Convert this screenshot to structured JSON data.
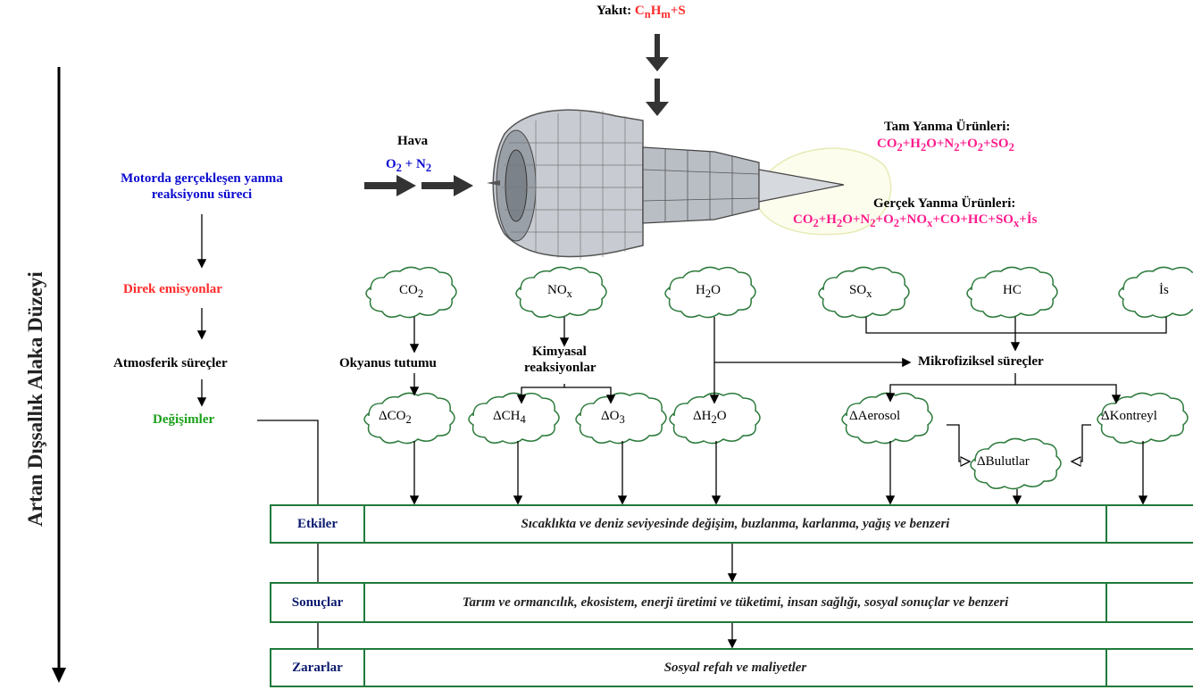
{
  "fuel": {
    "label": "Yakıt: ",
    "formula": "C<sub>n</sub>H<sub>m</sub>+S"
  },
  "air": {
    "label": "Hava",
    "formula": "O<sub>2</sub> + N<sub>2</sub>"
  },
  "complete_products": {
    "title": "Tam Yanma Ürünleri:",
    "formula": "CO<sub>2</sub>+H<sub>2</sub>O+N<sub>2</sub>+O<sub>2</sub>+SO<sub>2</sub>"
  },
  "real_products": {
    "title": "Gerçek Yanma Ürünleri:",
    "formula": "CO<sub>2</sub>+H<sub>2</sub>O+N<sub>2</sub>+O<sub>2</sub>+NO<sub>x</sub>+CO+HC+SO<sub>x</sub>+İs"
  },
  "vertical_axis": "Artan Dışsallık Alaka Düzeyi",
  "left_column": {
    "combustion": "Motorda gerçekleşen yanma reaksiyonu süreci",
    "direct": "Direk emisyonlar",
    "atmospheric": "Atmosferik süreçler",
    "changes": "Değişimler"
  },
  "emissions": [
    "CO<sub>2</sub>",
    "NO<sub>x</sub>",
    "H<sub>2</sub>O",
    "SO<sub>x</sub>",
    "HC",
    "İs"
  ],
  "processes": {
    "ocean": "Okyanus tutumu",
    "chem1": "Kimyasal",
    "chem2": "reaksiyonlar",
    "micro": "Mikrofiziksel süreçler"
  },
  "changes": [
    "ΔCO<sub>2</sub>",
    "ΔCH<sub>4</sub>",
    "ΔO<sub>3</sub>",
    "ΔH<sub>2</sub>O",
    "ΔAerosol",
    "ΔKontreyl",
    "ΔBulutlar"
  ],
  "rows": [
    {
      "head": "Etkiler",
      "body": "Sıcaklıkta ve deniz seviyesinde değişim, buzlanma, karlanma, yağış ve benzeri"
    },
    {
      "head": "Sonuçlar",
      "body": "Tarım ve ormancılık, ekosistem, enerji üretimi ve tüketimi, insan sağlığı, sosyal sonuçlar ve benzeri"
    },
    {
      "head": "Zararlar",
      "body": "Sosyal refah ve maliyetler"
    }
  ],
  "colors": {
    "frame": "#1f7a3a",
    "cloud_stroke": "#2b7a3b",
    "formula": "#ff1a8c",
    "air_formula": "#0a0ad0",
    "direct": "#ff2a2a",
    "changes": "#1aa01a"
  }
}
